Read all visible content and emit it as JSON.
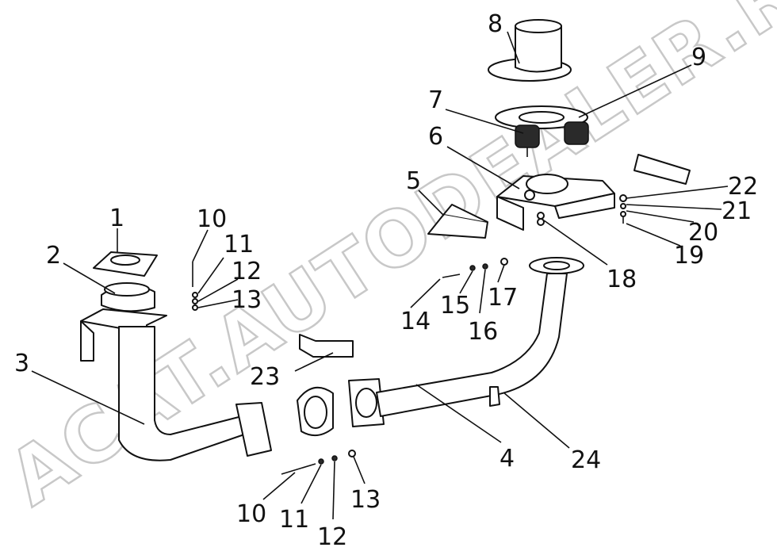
{
  "watermark": "ACAT.AUTODEALER.RU",
  "callouts": [
    {
      "id": "c1",
      "text": "1"
    },
    {
      "id": "c2",
      "text": "2"
    },
    {
      "id": "c3",
      "text": "3"
    },
    {
      "id": "c4",
      "text": "4"
    },
    {
      "id": "c5",
      "text": "5"
    },
    {
      "id": "c6",
      "text": "6"
    },
    {
      "id": "c7",
      "text": "7"
    },
    {
      "id": "c8",
      "text": "8"
    },
    {
      "id": "c9",
      "text": "9"
    },
    {
      "id": "c10a",
      "text": "10"
    },
    {
      "id": "c11a",
      "text": "11"
    },
    {
      "id": "c12a",
      "text": "12"
    },
    {
      "id": "c13a",
      "text": "13"
    },
    {
      "id": "c14",
      "text": "14"
    },
    {
      "id": "c15",
      "text": "15"
    },
    {
      "id": "c16",
      "text": "16"
    },
    {
      "id": "c17",
      "text": "17"
    },
    {
      "id": "c18",
      "text": "18"
    },
    {
      "id": "c19",
      "text": "19"
    },
    {
      "id": "c20",
      "text": "20"
    },
    {
      "id": "c21",
      "text": "21"
    },
    {
      "id": "c22",
      "text": "22"
    },
    {
      "id": "c23",
      "text": "23"
    },
    {
      "id": "c24",
      "text": "24"
    },
    {
      "id": "c10b",
      "text": "10"
    },
    {
      "id": "c11b",
      "text": "11"
    },
    {
      "id": "c12b",
      "text": "12"
    },
    {
      "id": "c13b",
      "text": "13"
    }
  ]
}
